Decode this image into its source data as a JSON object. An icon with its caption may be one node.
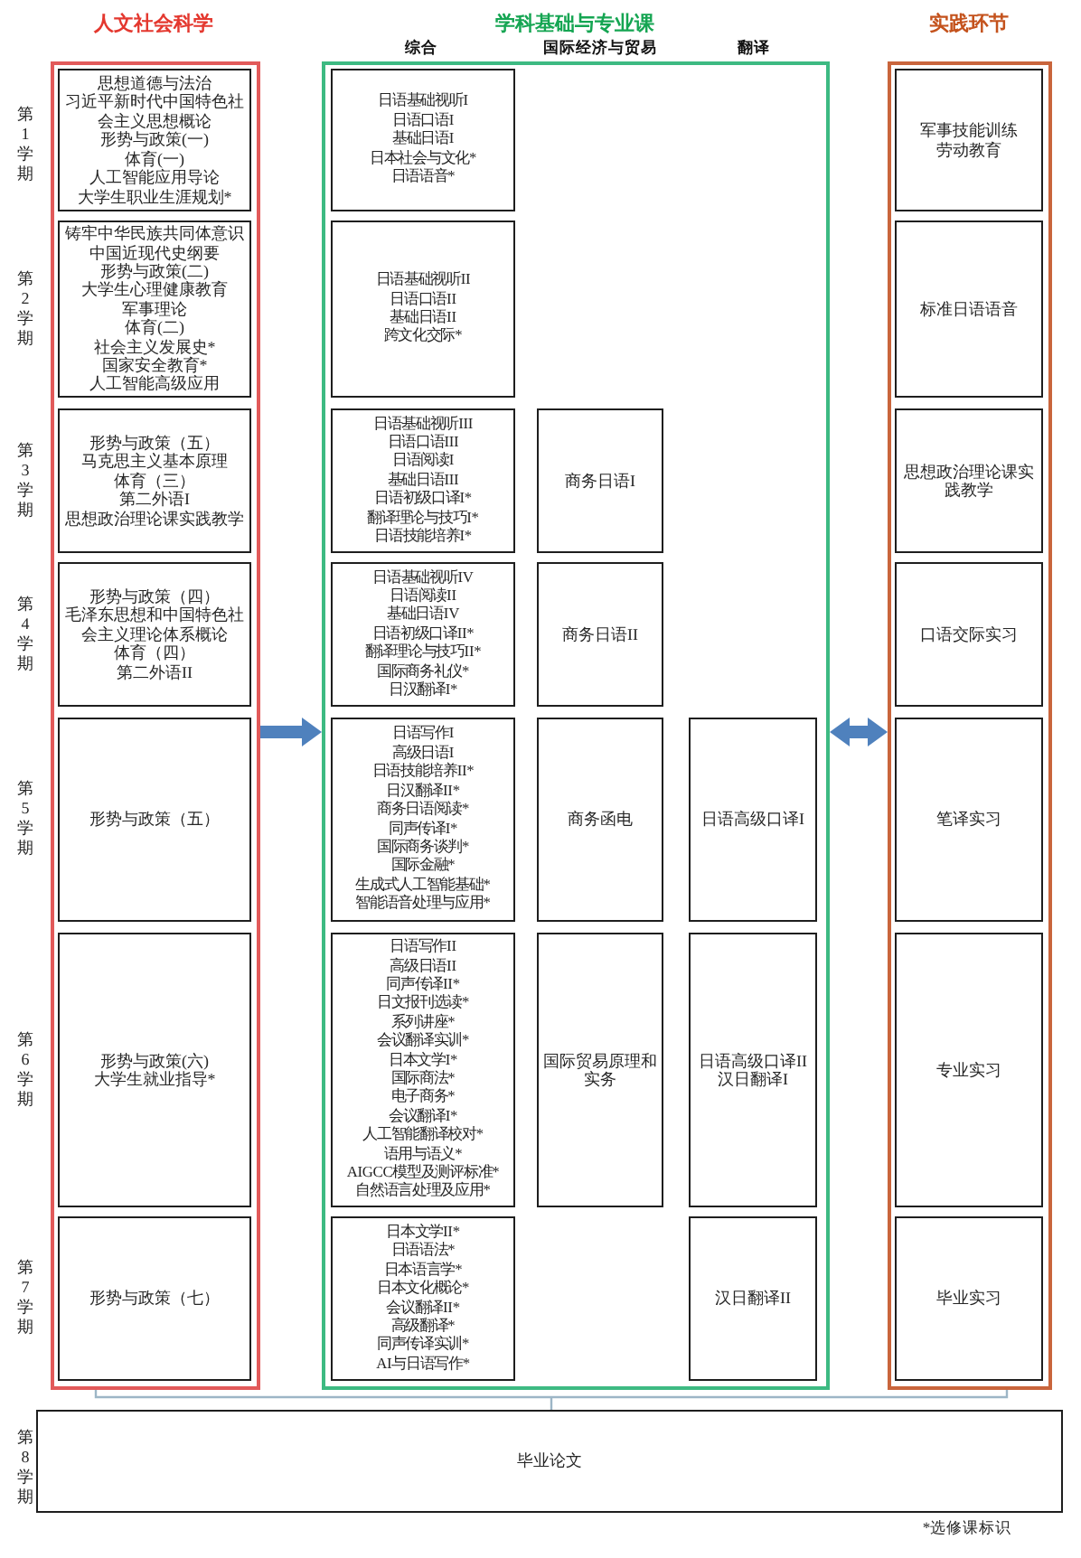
{
  "diagram": {
    "nodes": [
      {
        "text": [
          "人文社会科学"
        ]
      },
      {
        "text": [
          "思想道德与法治",
          "习近平新时代中国特色社会主义思想概论",
          "形势与政策(一)",
          "体育(一)",
          "人工智能应用导论",
          "大学生职业生涯规划*"
        ],
        "in": 0
      },
      {
        "text": [
          "铸牢中华民族共同体意识",
          "中国近现代史纲要",
          "形势与政策(二)",
          "大学生心理健康教育",
          "军事理论",
          "体育(二)",
          "社会主义发展史*",
          "国家安全教育*",
          "人工智能高级应用"
        ],
        "in": 0
      },
      {
        "text": [
          "形势与政策（五）",
          "马克思主义基本原理",
          "体育（三）",
          "第二外语I",
          "思想政治理论课实践教学"
        ],
        "in": 0
      },
      {
        "text": [
          "形势与政策（四）",
          "毛泽东思想和中国特色社会主义理论体系概论",
          "体育（四）",
          "第二外语II"
        ],
        "in": 0
      },
      {
        "text": [
          "形势与政策（五）"
        ],
        "in": 0
      },
      {
        "text": [
          "形势与政策(六)",
          "大学生就业指导*"
        ],
        "in": 0
      },
      {
        "text": [
          "形势与政策（七）"
        ],
        "in": 0
      },
      {
        "text": [
          "学科基础与专业课",
          "综合",
          "国际经济与贸易",
          "翻译"
        ]
      },
      {
        "text": [
          "日语基础视听I",
          "日语口语I",
          "基础日语I",
          "日本社会与文化*",
          "日语语音*"
        ],
        "in": 8
      },
      {
        "text": [
          "日语基础视听II",
          "日语口语II",
          "基础日语II",
          "跨文化交际*"
        ],
        "in": 8
      },
      {
        "text": [
          "日语基础视听III",
          "日语口语III",
          "日语阅读I",
          "基础日语III",
          "日语初级口译I*",
          "翻译理论与技巧I*",
          "日语技能培养I*"
        ],
        "in": 8
      },
      {
        "text": [
          "日语基础视听IV",
          "日语阅读II",
          "基础日语IV",
          "日语初级口译II*",
          "翻译理论与技巧II*",
          "国际商务礼仪*",
          "日汉翻译I*"
        ],
        "in": 8
      },
      {
        "text": [
          "日语写作I",
          "高级日语I",
          "日语技能培养II*",
          "日汉翻译II*",
          "商务日语阅读*",
          "同声传译I*",
          "国际商务谈判*",
          "国际金融*",
          "生成式人工智能基础*",
          "智能语音处理与应用*"
        ],
        "in": 8
      },
      {
        "text": [
          "日语写作II",
          "高级日语II",
          "同声传译II*",
          "日文报刊选读*",
          "系列讲座*",
          "会议翻译实训*",
          "日本文学I*",
          "国际商法*",
          "电子商务*",
          "会议翻译I*",
          "人工智能翻译校对*",
          "语用与语义*",
          "AIGCC模型及测评标准*",
          "自然语言处理及应用*"
        ],
        "in": 8
      },
      {
        "text": [
          "日本文学II*",
          "日语语法*",
          "日本语言学*",
          "日本文化概论*",
          "会议翻译II*",
          "高级翻译*",
          "同声传译实训*",
          "AI与日语写作*"
        ],
        "in": 8
      },
      {
        "text": [
          "商务日语I"
        ],
        "in": 8
      },
      {
        "text": [
          "商务日语II"
        ],
        "in": 8
      },
      {
        "text": [
          "商务函电"
        ],
        "in": 8
      },
      {
        "text": [
          "国际贸易原理和实务"
        ],
        "in": 8
      },
      {
        "text": [
          "日语高级口译I"
        ],
        "in": 8
      },
      {
        "text": [
          "日语高级口译II",
          "汉日翻译I"
        ],
        "in": 8
      },
      {
        "text": [
          "汉日翻译II"
        ],
        "in": 8
      },
      {
        "text": [
          "实践环节"
        ]
      },
      {
        "text": [
          "军事技能训练",
          "劳动教育"
        ],
        "in": 23
      },
      {
        "text": [
          "标准日语语音"
        ],
        "in": 23
      },
      {
        "text": [
          "思想政治理论课实践教学"
        ],
        "in": 23
      },
      {
        "text": [
          "口语交际实习"
        ],
        "in": 23
      },
      {
        "text": [
          "笔译实习"
        ],
        "in": 23
      },
      {
        "text": [
          "专业实习"
        ],
        "in": 23
      },
      {
        "text": [
          "毕业实习"
        ],
        "in": 23
      },
      {
        "text": [
          "毕业论文"
        ]
      }
    ],
    "edges": [
      {
        "from": 0,
        "to": 8,
        "arrow": "to"
      },
      {
        "from": 8,
        "to": 23,
        "arrow": "both"
      }
    ],
    "labels": [
      "第1学期",
      "第2学期",
      "第3学期",
      "第4学期",
      "第5学期",
      "第6学期",
      "第7学期",
      "第8学期",
      "*选修课标识"
    ]
  }
}
